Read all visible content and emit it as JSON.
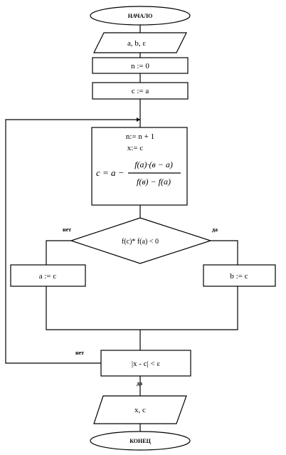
{
  "flowchart": {
    "start_label": "НАЧАЛО",
    "input_label": "a, b, ε",
    "init_n": "n := 0",
    "init_c": "c := a",
    "process": {
      "line1": "n:= n + 1",
      "line2": "x:= c",
      "formula_lhs": "c = a −",
      "formula_num": "f(a)·(в − a)",
      "formula_den": "f(в) − f(a)"
    },
    "decision_sign": "f(c)* f(a) < 0",
    "decision_sign_no": "нет",
    "decision_sign_yes": "да",
    "assign_left": "a := c",
    "assign_right": "b := c",
    "decision_stop": "|x - c| < ε",
    "decision_stop_no": "нет",
    "decision_stop_yes": "да",
    "output_label": "x, c",
    "end_label": "КОНЕЦ"
  }
}
